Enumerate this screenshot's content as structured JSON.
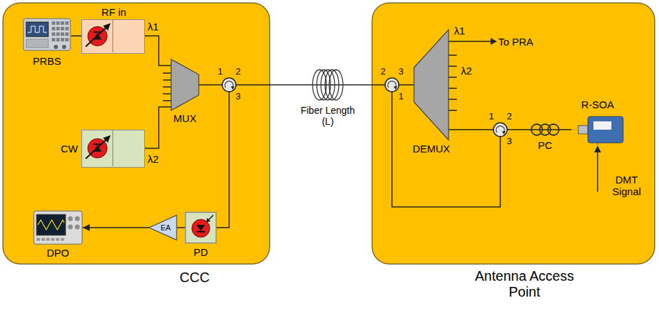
{
  "diagram": {
    "nodes": [
      {
        "text": [
          "CCC"
        ]
      },
      {
        "text": [
          "Antenna Access Point"
        ]
      },
      {
        "text": [
          "PRBS"
        ],
        "in": 0
      },
      {
        "text": [
          "RF in"
        ],
        "in": 0
      },
      {
        "text": [
          "CW"
        ],
        "in": 0
      },
      {
        "text": [
          "MUX"
        ],
        "in": 0
      },
      {
        "text": [
          "1",
          "2",
          "3"
        ],
        "in": 0
      },
      {
        "text": [
          "PD"
        ],
        "in": 0
      },
      {
        "text": [
          "EA"
        ],
        "in": 0
      },
      {
        "text": [
          "DPO"
        ],
        "in": 0
      },
      {
        "text": [
          "Fiber Length (L)"
        ]
      },
      {
        "text": [
          "2",
          "3",
          "1"
        ],
        "in": 1
      },
      {
        "text": [
          "DEMUX"
        ],
        "in": 1
      },
      {
        "text": [
          "1",
          "2",
          "3"
        ],
        "in": 1
      },
      {
        "text": [
          "PC"
        ],
        "in": 1
      },
      {
        "text": [
          "R-SOA"
        ],
        "in": 1
      }
    ],
    "edges": [
      {
        "from": 2,
        "to": 3,
        "arrow": "none"
      },
      {
        "from": 3,
        "to": 5,
        "arrow": "none"
      },
      {
        "from": 4,
        "to": 5,
        "arrow": "none"
      },
      {
        "from": 5,
        "to": 6,
        "arrow": "none"
      },
      {
        "from": 6,
        "to": 10,
        "arrow": "none"
      },
      {
        "from": 10,
        "to": 11,
        "arrow": "none"
      },
      {
        "from": 11,
        "to": 12,
        "arrow": "none"
      },
      {
        "from": 12,
        "to": 13,
        "arrow": "none"
      },
      {
        "from": 13,
        "to": 14,
        "arrow": "none"
      },
      {
        "from": 14,
        "to": 15,
        "arrow": "none"
      },
      {
        "from": 13,
        "to": 11,
        "arrow": "none"
      },
      {
        "from": 6,
        "to": 7,
        "arrow": "none"
      },
      {
        "from": 7,
        "to": 8,
        "arrow": "none"
      },
      {
        "from": 8,
        "to": 9,
        "arrow": "to"
      }
    ],
    "labels": [
      "λ1",
      "λ2",
      "λ1",
      "λ2",
      "To PRA",
      "DMT Signal"
    ]
  }
}
